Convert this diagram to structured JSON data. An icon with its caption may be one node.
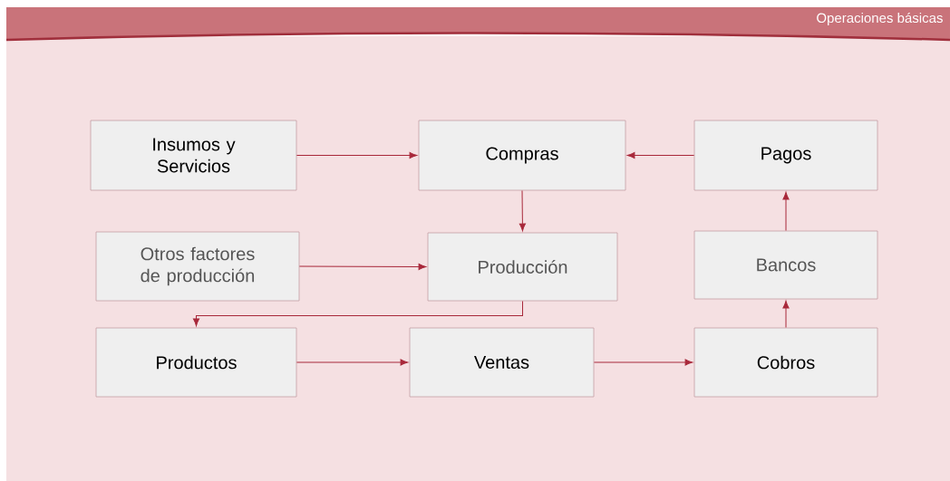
{
  "diagram": {
    "title": "Operaciones básicas",
    "nodes": [
      {
        "text": [
          "Insumos y Servicios"
        ]
      },
      {
        "text": [
          "Compras"
        ]
      },
      {
        "text": [
          "Pagos"
        ]
      },
      {
        "text": [
          "Otros factores de producción"
        ]
      },
      {
        "text": [
          "Producción"
        ]
      },
      {
        "text": [
          "Bancos"
        ]
      },
      {
        "text": [
          "Productos"
        ]
      },
      {
        "text": [
          "Ventas"
        ]
      },
      {
        "text": [
          "Cobros"
        ]
      }
    ],
    "edges": [
      {
        "from": 0,
        "to": 1,
        "arrow": "to"
      },
      {
        "from": 2,
        "to": 1,
        "arrow": "to"
      },
      {
        "from": 1,
        "to": 4,
        "arrow": "to"
      },
      {
        "from": 3,
        "to": 4,
        "arrow": "to"
      },
      {
        "from": 4,
        "to": 6,
        "arrow": "to"
      },
      {
        "from": 6,
        "to": 7,
        "arrow": "to"
      },
      {
        "from": 7,
        "to": 8,
        "arrow": "to"
      },
      {
        "from": 8,
        "to": 5,
        "arrow": "to"
      },
      {
        "from": 5,
        "to": 2,
        "arrow": "to"
      }
    ]
  }
}
